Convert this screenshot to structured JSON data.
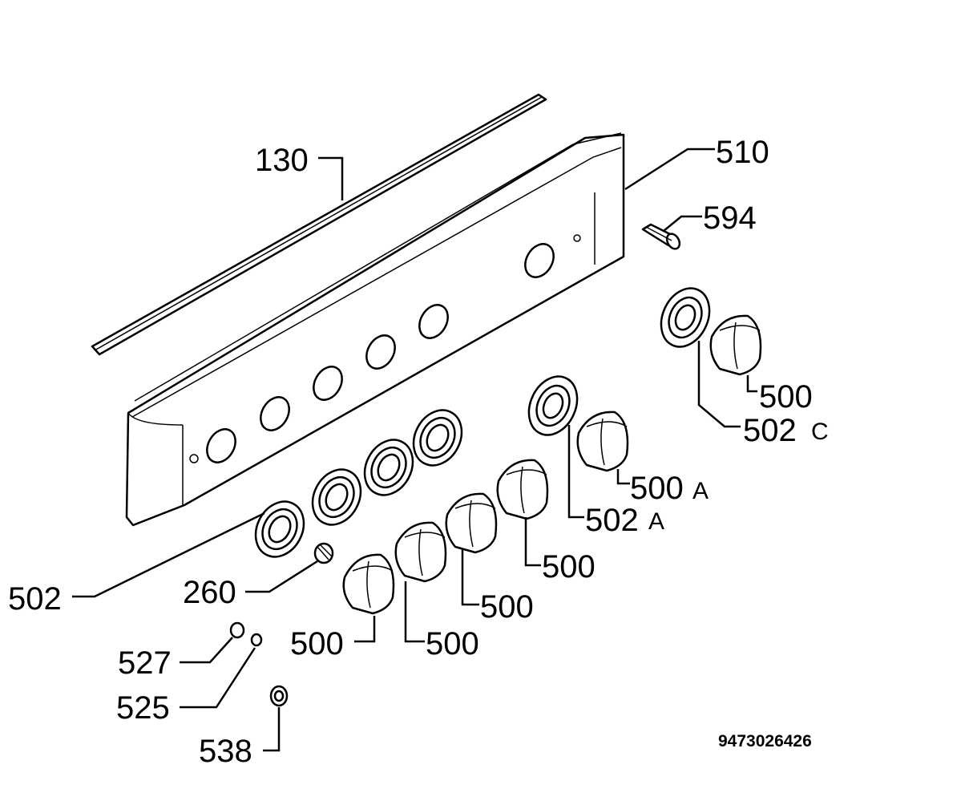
{
  "callouts": {
    "l130": "130",
    "l510": "510",
    "l594": "594",
    "l500_right": "500",
    "l502c_num": "502",
    "l502c_suffix": "C",
    "l500a_num": "500",
    "l500a_suffix": "A",
    "l502a_num": "502",
    "l502a_suffix": "A",
    "l500_c4": "500",
    "l500_c3": "500",
    "l500_c2": "500",
    "l500_c1": "500",
    "l502": "502",
    "l260": "260",
    "l527": "527",
    "l525": "525",
    "l538": "538"
  },
  "drawing_code": "9473026426",
  "colors": {
    "ink": "#000000",
    "paper": "#ffffff"
  }
}
